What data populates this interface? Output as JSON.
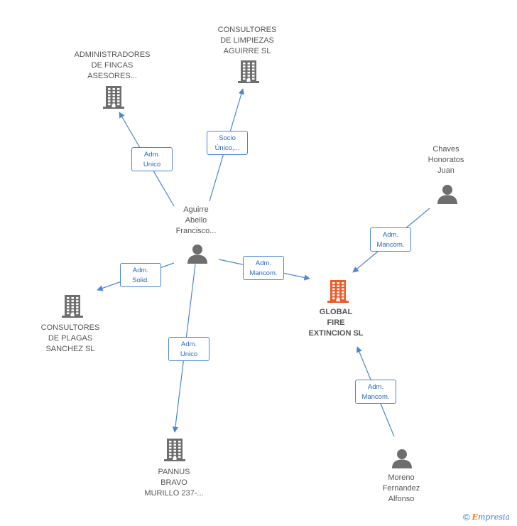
{
  "colors": {
    "edge": "#4a86d4",
    "icon": "#6e6e6e",
    "focus": "#f05a28"
  },
  "nodes": [
    {
      "id": "admin-fincas",
      "type": "company",
      "lines": [
        "ADMINISTRADORES",
        "DE FINCAS",
        "ASESORES..."
      ]
    },
    {
      "id": "limpiezas",
      "type": "company",
      "lines": [
        "CONSULTORES",
        "DE LIMPIEZAS",
        "AGUIRRE SL"
      ]
    },
    {
      "id": "aguirre",
      "type": "person",
      "lines": [
        "Aguirre",
        "Abello",
        "Francisco..."
      ]
    },
    {
      "id": "chaves",
      "type": "person",
      "lines": [
        "Chaves",
        "Honoratos",
        "Juan"
      ]
    },
    {
      "id": "global-fire",
      "type": "company-main",
      "lines": [
        "GLOBAL",
        "FIRE",
        "EXTINCION SL"
      ]
    },
    {
      "id": "plagas",
      "type": "company",
      "lines": [
        "CONSULTORES",
        "DE PLAGAS",
        "SANCHEZ SL"
      ]
    },
    {
      "id": "pannus",
      "type": "company",
      "lines": [
        "PANNUS",
        "BRAVO",
        "MURILLO 237-..."
      ]
    },
    {
      "id": "moreno",
      "type": "person",
      "lines": [
        "Moreno",
        "Fernandez",
        "Alfonso"
      ]
    }
  ],
  "edges": [
    {
      "id": "aguirre-adminfincas",
      "lines": [
        "Adm.",
        "Unico"
      ]
    },
    {
      "id": "aguirre-limpiezas",
      "lines": [
        "Socio",
        "Único,..."
      ]
    },
    {
      "id": "aguirre-globalfire",
      "lines": [
        "Adm.",
        "Mancom."
      ]
    },
    {
      "id": "aguirre-plagas",
      "lines": [
        "Adm.",
        "Solid."
      ]
    },
    {
      "id": "aguirre-pannus",
      "lines": [
        "Adm.",
        "Unico"
      ]
    },
    {
      "id": "chaves-globalfire",
      "lines": [
        "Adm.",
        "Mancom."
      ]
    },
    {
      "id": "moreno-globalfire",
      "lines": [
        "Adm.",
        "Mancom."
      ]
    }
  ],
  "footer": {
    "copyright": "©",
    "brand_initial": "E",
    "brand_rest": "mpresia"
  }
}
